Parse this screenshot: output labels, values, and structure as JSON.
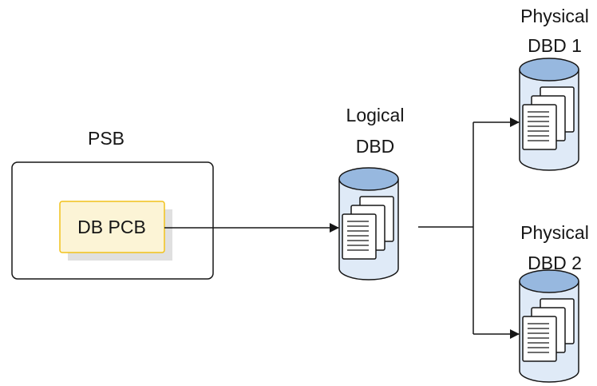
{
  "psb": {
    "label": "PSB",
    "pcb_label": "DB PCB"
  },
  "logical_dbd": {
    "line1": "Logical",
    "line2": "DBD"
  },
  "physical_dbd_1": {
    "line1": "Physical",
    "line2": "DBD 1"
  },
  "physical_dbd_2": {
    "line1": "Physical",
    "line2": "DBD 2"
  },
  "colors": {
    "cylinder_body": "#dfeaf7",
    "cylinder_top": "#97b8df",
    "stroke": "#161616",
    "pcb_fill": "#fcf4d6",
    "pcb_border": "#f1c21b",
    "pcb_shadow": "#e0e0e0"
  }
}
